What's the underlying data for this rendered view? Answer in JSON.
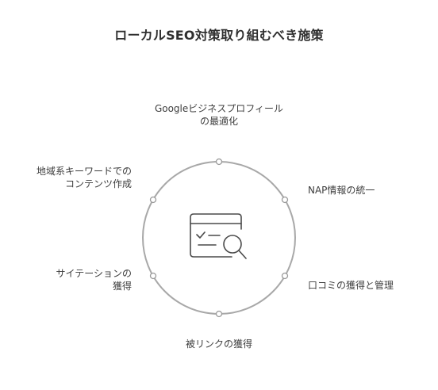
{
  "title": "ローカルSEO対策取り組むべき施策",
  "items": [
    {
      "id": "top",
      "lines": [
        "Googleビジネスプロフィール",
        "の最適化"
      ]
    },
    {
      "id": "upper-right",
      "lines": [
        "NAP情報の統一"
      ]
    },
    {
      "id": "lower-right",
      "lines": [
        "口コミの獲得と管理"
      ]
    },
    {
      "id": "bottom",
      "lines": [
        "被リンクの獲得"
      ]
    },
    {
      "id": "lower-left",
      "lines": [
        "サイテーションの",
        "獲得"
      ]
    },
    {
      "id": "upper-left",
      "lines": [
        "地域系キーワードでの",
        "コンテンツ作成"
      ]
    }
  ],
  "center_icon": "checklist-search-icon",
  "colors": {
    "circle": "#a8a8a8",
    "text": "#3d3d3d",
    "title": "#2f2f2f",
    "icon": "#4a4a4a"
  }
}
